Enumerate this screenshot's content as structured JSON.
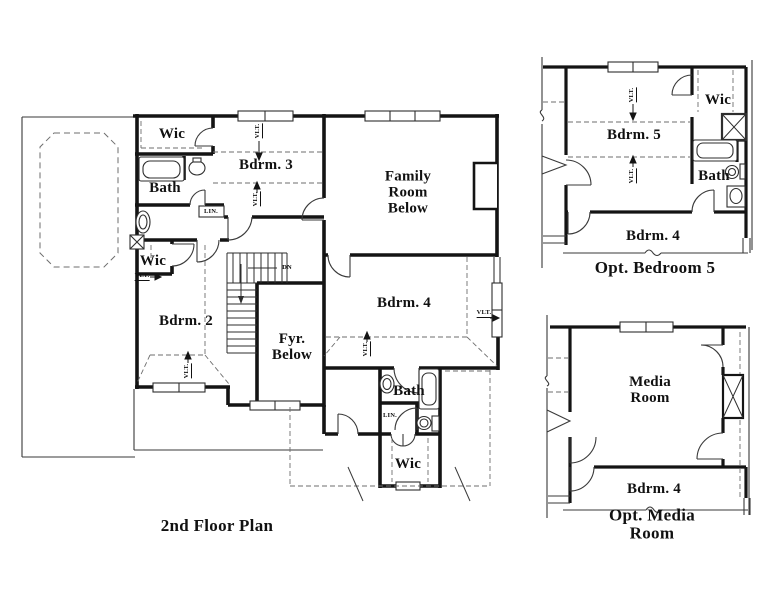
{
  "ink": "#141414",
  "main_plan": {
    "caption": "2nd Floor Plan",
    "rooms": {
      "wic_top": "Wic",
      "bdrm3": "Bdrm. 3",
      "bath_upper": "Bath",
      "family_room": "Family\nRoom\nBelow",
      "wic_mid": "Wic",
      "bdrm2": "Bdrm. 2",
      "fyr_below": "Fyr.\nBelow",
      "bdrm4": "Bdrm. 4",
      "bath_lower": "Bath",
      "wic_bottom": "Wic"
    },
    "annotations": {
      "vlt": "VLT.",
      "lin": "LIN.",
      "dn": "DN"
    }
  },
  "inset_bedroom5": {
    "caption": "Opt. Bedroom 5",
    "annotations": {
      "vlt": "VLT."
    },
    "rooms": {
      "bdrm5": "Bdrm. 5",
      "wic": "Wic",
      "bath": "Bath",
      "bdrm4": "Bdrm. 4"
    }
  },
  "inset_media_room": {
    "caption": "Opt. Media Room",
    "rooms": {
      "media": "Media\nRoom",
      "bdrm4": "Bdrm. 4"
    }
  }
}
